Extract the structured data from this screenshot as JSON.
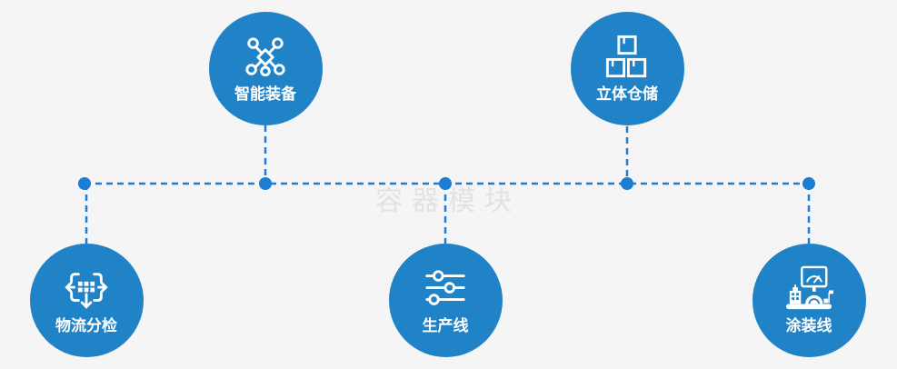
{
  "watermark": "容器模块",
  "palette": {
    "background": "#f5f5f6",
    "circle_fill": "#2183c7",
    "connector_blue": "#1d7dd2",
    "label_text": "#ffffff",
    "watermark_gray": "#e2e2e5"
  },
  "nodes": [
    {
      "label": "智能装备",
      "icon": "network-icon",
      "position": "top-left"
    },
    {
      "label": "立体仓储",
      "icon": "stacked-boxes-icon",
      "position": "top-right"
    },
    {
      "label": "物流分检",
      "icon": "sorting-arrows-icon",
      "position": "bottom-left"
    },
    {
      "label": "生产线",
      "icon": "sliders-icon",
      "position": "bottom-center"
    },
    {
      "label": "涂装线",
      "icon": "machine-icon",
      "position": "bottom-right"
    }
  ]
}
